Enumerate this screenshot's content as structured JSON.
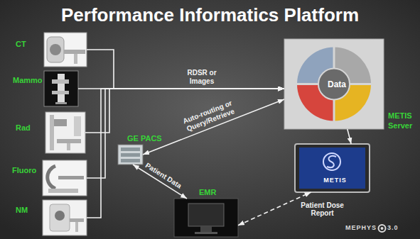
{
  "diagram": {
    "title": "Performance Informatics Platform",
    "nodes": [
      {
        "text": [
          "CT"
        ]
      },
      {
        "text": [
          "Mammo"
        ]
      },
      {
        "text": [
          "Rad"
        ]
      },
      {
        "text": [
          "Fluoro"
        ]
      },
      {
        "text": [
          "NM"
        ]
      },
      {
        "text": [
          "GE PACS"
        ]
      },
      {
        "text": [
          "Data"
        ]
      },
      {
        "text": [
          "METIS"
        ]
      },
      {
        "text": [
          "EMR"
        ]
      }
    ],
    "edges": [
      {
        "from": 0,
        "to": 6,
        "arrow": "to"
      },
      {
        "from": 1,
        "to": 6,
        "label": "RDSR or Images",
        "arrow": "to"
      },
      {
        "from": 2,
        "to": 6,
        "arrow": "to"
      },
      {
        "from": 3,
        "to": 6,
        "arrow": "to"
      },
      {
        "from": 4,
        "to": 6,
        "arrow": "to"
      },
      {
        "from": 5,
        "to": 6,
        "label": "Auto-routing or Query/Retrieve",
        "arrow": "both"
      },
      {
        "from": 5,
        "to": 8,
        "label": "Patient Data",
        "arrow": "both"
      },
      {
        "from": 6,
        "to": 7,
        "arrow": "to"
      },
      {
        "from": 8,
        "to": 7,
        "label": "Patient Dose Report",
        "arrow": "both"
      }
    ],
    "labels": [
      "METIS Server",
      "MEPHYS",
      "3.0"
    ]
  }
}
